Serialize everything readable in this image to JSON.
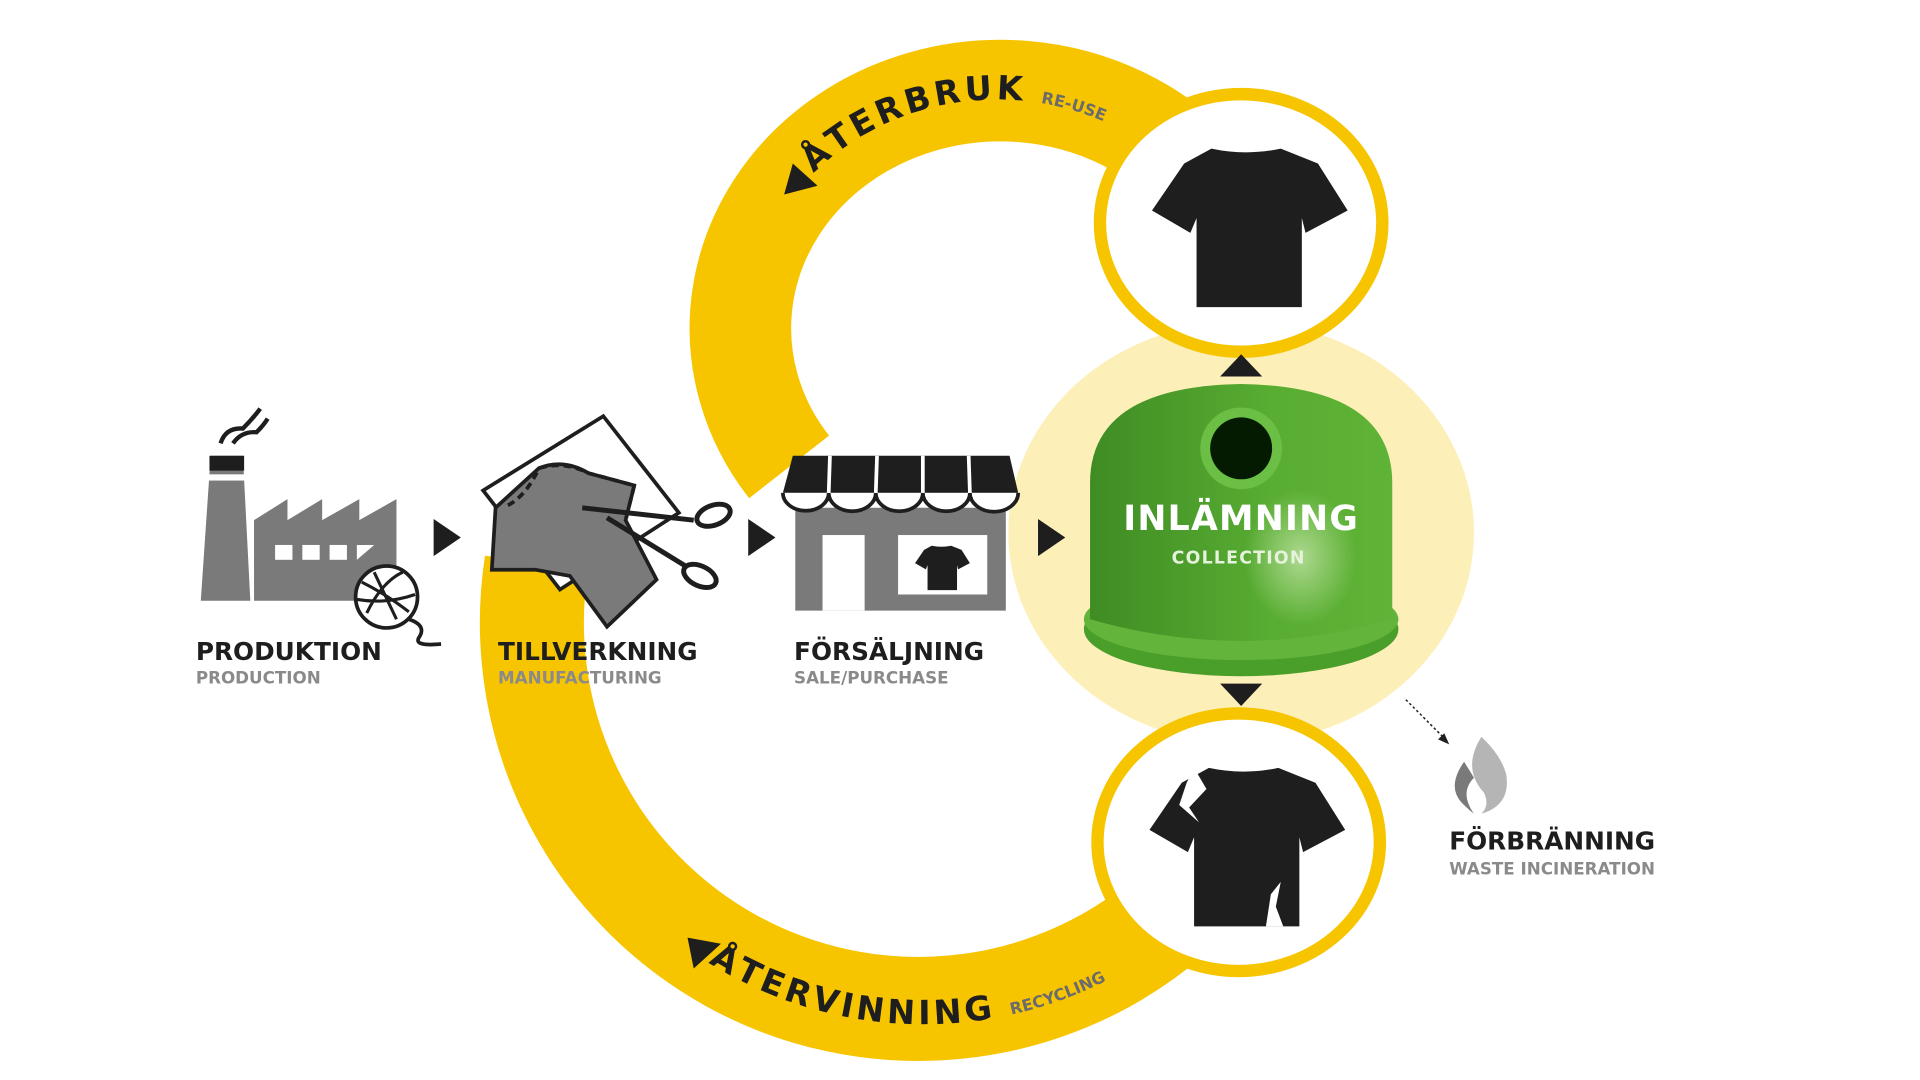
{
  "colors": {
    "cycle_yellow": "#f6c500",
    "halo": "#fdefb8",
    "bin_green": "#52a82e",
    "dark": "#1e1e1e",
    "icon_gray": "#7a7a7a",
    "subtitle_gray": "#8a8a8a"
  },
  "steps": [
    {
      "title": "PRODUKTION",
      "subtitle": "PRODUCTION",
      "icon": "factory-icon"
    },
    {
      "title": "TILLVERKNING",
      "subtitle": "MANUFACTURING",
      "icon": "scissors-shirt-icon"
    },
    {
      "title": "FÖRSÄLJNING",
      "subtitle": "SALE/PURCHASE",
      "icon": "store-icon"
    }
  ],
  "collection": {
    "title": "INLÄMNING",
    "subtitle": "COLLECTION",
    "icon": "collection-bin-icon"
  },
  "reuse": {
    "title": "ÅTERBRUK",
    "subtitle": "RE-USE",
    "icon": "tshirt-icon"
  },
  "recycling": {
    "title": "ÅTERVINNING",
    "subtitle": "RECYCLING",
    "icon": "torn-tshirt-icon"
  },
  "incineration": {
    "title": "FÖRBRÄNNING",
    "subtitle": "WASTE INCINERATION",
    "icon": "flame-icon"
  }
}
